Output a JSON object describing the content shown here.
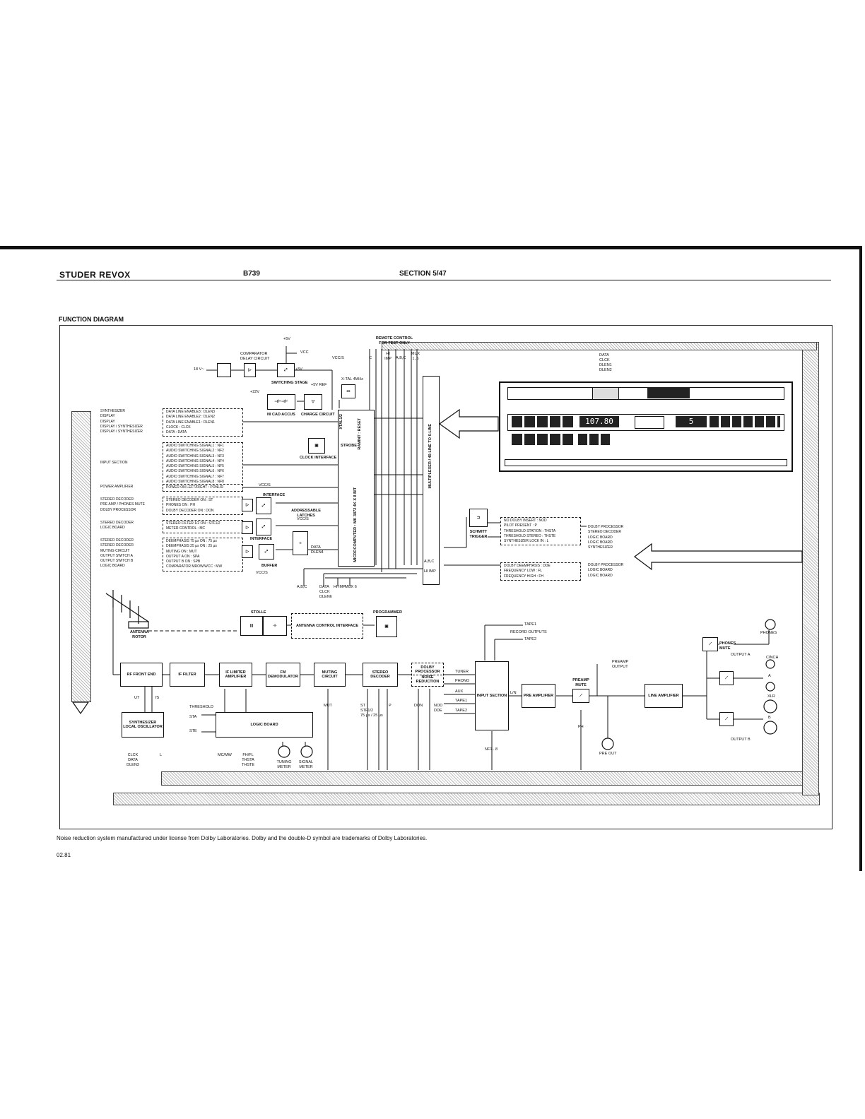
{
  "header": {
    "brand": "STUDER REVOX",
    "model": "B739",
    "section": "SECTION 5/47"
  },
  "diagram_title": "FUNCTION DIAGRAM",
  "power": {
    "v18": "18 V~",
    "plus5v_top": "+5V",
    "vcc": "VCC",
    "plus5v": "+5V",
    "plus22v": "+22V",
    "plus5v_ref": "+5V REF",
    "comparator": "COMPARATOR DELAY CIRCUIT",
    "switching_stage": "SWITCHING STAGE",
    "nicad": "NI CAD ACCUS",
    "charge": "CHARGE CIRCUIT",
    "xtal": "X-TAL 4MHz",
    "vccs": "VCC/S"
  },
  "remote": {
    "title": "REMOTE CONTROL FOR TEST ONLY",
    "c": "C",
    "hi_imp": "HI IMP",
    "abc": "A,B,C",
    "mux": "MUX 1..6"
  },
  "mcu": {
    "label": "MICROCOMPUTER : MK 3872 4K X 8 BIT",
    "xtal": "XTAL1/2",
    "ramint": "RAMINT : RESET",
    "strobe": "STROBE",
    "clock_interface": "CLOCK INTERFACE",
    "multiplexer": "MULTIPLEXER / 40-LINE TO 6-LINE"
  },
  "left_destinations": {
    "group1": [
      "SYNTHESIZER",
      "DISPLAY",
      "DISPLAY",
      "DISPLAY / SYNTHESIZER",
      "DISPLAY / SYNTHESIZER"
    ],
    "group2": "INPUT SECTION",
    "group3": "POWER AMPLIFIER",
    "group4": [
      "STEREO DECODER",
      "PRE AMP / PHONES MUTE",
      "DOLBY PROCESSOR"
    ],
    "group5": [
      "STEREO DECODER",
      "LOGIC BOARD"
    ],
    "group6": [
      "STEREO DECODER",
      "STEREO DECODER",
      "MUTING CIRCUIT",
      "OUTPUT SWITCH A",
      "OUTPUT SWITCH B",
      "LOGIC BOARD"
    ]
  },
  "signals": {
    "group1": [
      "DATA LINE ENABLE3 : DLEN3",
      "DATA LINE ENABLE2 : DLEN2",
      "DATA LINE ENABLE1 : DLEN1",
      "CLOCK : CLCK",
      "DATA : DATA"
    ],
    "group2": [
      "AUDIO SWITCHING SIGNAL1 : NF1",
      "AUDIO SWITCHING SIGNAL2 : NF2",
      "AUDIO SWITCHING SIGNAL3 : NF3",
      "AUDIO SWITCHING SIGNAL4 : NF4",
      "AUDIO SWITCHING SIGNAL5 : NF5",
      "AUDIO SWITCHING SIGNAL6 : NF6",
      "AUDIO SWITCHING SIGNAL7 : NF7",
      "AUDIO SWITCHING SIGNAL8 : NF8"
    ],
    "group3": "POWER ON LEFT/RIGHT : PONL/R",
    "group4": [
      "STEREO DECODER ON : ST",
      "PHONES ON : PH",
      "DOLBY DECODER ON : DON"
    ],
    "group5": [
      "STEREO FILTER 1/2 ON : STF1/2",
      "METER CONTROL : MC"
    ],
    "group6": [
      "DEEMPHASIS 75 µs ON : 75 µs",
      "DEEMPHASIS 25 µs ON : 25 µs",
      "MUTING ON : MUT",
      "OUTPUT A ON : SPA",
      "OUTPUT B ON : SPB",
      "COMPARATOR MROW/WCC : MW"
    ]
  },
  "interface": {
    "interface1": "INTERFACE",
    "addressable": "ADDRESSABLE LATCHES",
    "interface2": "INTERFACE",
    "buffer": "BUFFER",
    "data": "DATA",
    "dlen4": "DLEN4",
    "vccs_top": "VCC/S",
    "vccs_mid": "VCC/S",
    "vccs_bot": "VCC/S",
    "abc": "A,B,C"
  },
  "bus_labels": {
    "abc": "A,B,C",
    "data": "DATA",
    "clck": "CLCK",
    "dlen6": "DLEN6",
    "hi_imp": "HI IMP",
    "mux": "MUX 6",
    "abc_right": "A,B,C",
    "hi_imp_right": "HI IMP"
  },
  "panel_labels": {
    "data": "DATA",
    "clck": "CLCK",
    "dlen1": "DLEN1",
    "dlen2": "DLEN2",
    "freq": "107.80",
    "preset": "5"
  },
  "schmitt": "SCHMITT TRIGGER",
  "right_signals1": [
    "NO DOLBY INSERT : NOD",
    "PILOT PRESENT : P",
    "THRESHOLD STATION : THSTA",
    "THRESHOLD STEREO : THSTE",
    "SYNTHESIZER LOCK IN : L"
  ],
  "right_dest1": [
    "DOLBY PROCESSOR",
    "STEREO DECODER",
    "LOGIC BOARD",
    "LOGIC BOARD",
    "SYNTHESIZER"
  ],
  "right_signals2": [
    "DOLBY DEEMPHASIS : DDE",
    "FREQUENCY LOW : FL",
    "FREQUENCY HIGH : FH"
  ],
  "right_dest2": [
    "DOLBY PROCESSOR",
    "LOGIC BOARD",
    "LOGIC BOARD"
  ],
  "antenna": {
    "stolle": "STOLLE",
    "rotor": "ANTENNA ROTOR",
    "control": "ANTENNA CONTROL INTERFACE",
    "programmer": "PROGRAMMER"
  },
  "chain": {
    "rf": "RF FRONT END",
    "if_filter": "IF FILTER",
    "if_amp": "IF LIMITER AMPLIFIER",
    "fm_demod": "FM DEMODULATOR",
    "muting": "MUTING CIRCUIT",
    "stereo": "STEREO DECODER",
    "dolby": "DOLBY PROCESSOR",
    "noise": "NOISE REDUCTION",
    "input": "INPUT SECTION",
    "pre_amp": "PRE AMPLIFIER",
    "preamp_mute": "PREAMP MUTE",
    "line_amp": "LINE AMPLIFIER",
    "phones_mute": "PHONES MUTE",
    "synth": "SYNTHESIZER LOCAL OSCILLATOR",
    "logic": "LOGIC BOARD"
  },
  "chain_labels": {
    "ut": "UT",
    "fs": "fS",
    "threshold": "THRESHOLD",
    "sta": "STA",
    "ste": "STE",
    "mut": "MUT",
    "st": "ST",
    "stf": "STF1/2",
    "us": "75 µs / 25 µs",
    "p": "P",
    "don": "DON",
    "nod": "NOD",
    "dde": "DDE",
    "tuner": "TUNER",
    "phono": "PHONO",
    "aux": "AUX",
    "tape1": "TAPE1",
    "tape2": "TAPE2",
    "tape1_out": "TAPE1",
    "record_outputs": "RECORD OUTPUTS",
    "tape2_out": "TAPE2",
    "ln": "L/N",
    "nf": "NF1...8",
    "ph": "PH",
    "preamp_output": "PREAMP OUTPUT",
    "pre_out": "PRE OUT",
    "phones": "PHONES",
    "output_a": "OUTPUT A",
    "output_b": "OUTPUT B",
    "cinch": "CINCH",
    "a": "A",
    "xlr": "XLR",
    "b": "B",
    "clck_data": "CLCK DATA DLEN3",
    "l": "L",
    "mcmw": "MC/MW",
    "fhfl": "FH/FL THSTA THSTE",
    "tuning_meter": "TUNING METER",
    "signal_meter": "SIGNAL METER"
  },
  "footer": {
    "note": "Noise reduction system manufactured under license from Dolby Laboratories. Dolby and the double-D symbol are trademarks of Dolby Laboratories.",
    "date": "02.81"
  }
}
